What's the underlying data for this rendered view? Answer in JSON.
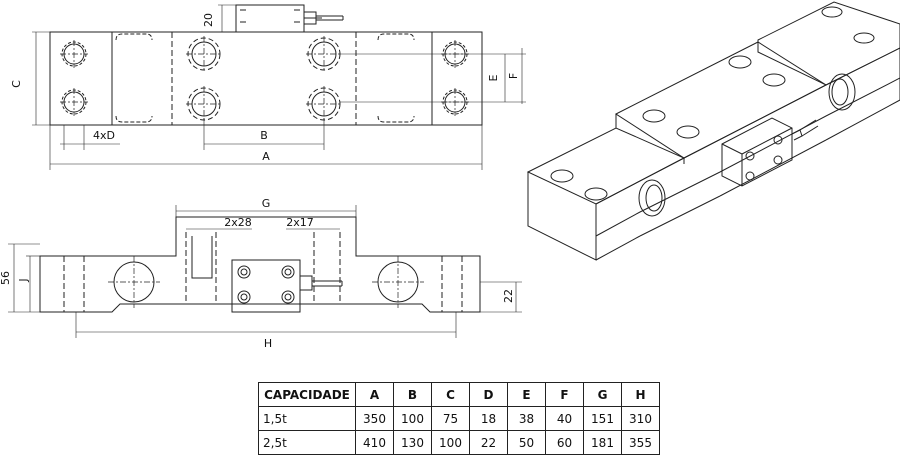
{
  "labels": {
    "a": "A",
    "b": "B",
    "c": "C",
    "d": "4xD",
    "e": "E",
    "f": "F",
    "g": "G",
    "h": "H",
    "j": "J",
    "d20": "20",
    "d56": "56",
    "d22": "22",
    "slot28": "2x28",
    "slot17": "2x17"
  },
  "table": {
    "headers": [
      "CAPACIDADE",
      "A",
      "B",
      "C",
      "D",
      "E",
      "F",
      "G",
      "H"
    ],
    "rows": [
      [
        "1,5t",
        "350",
        "100",
        "75",
        "18",
        "38",
        "40",
        "151",
        "310"
      ],
      [
        "2,5t",
        "410",
        "130",
        "100",
        "22",
        "50",
        "60",
        "181",
        "355"
      ]
    ]
  },
  "colors": {
    "line": "#222222",
    "hidden": "#333333"
  }
}
